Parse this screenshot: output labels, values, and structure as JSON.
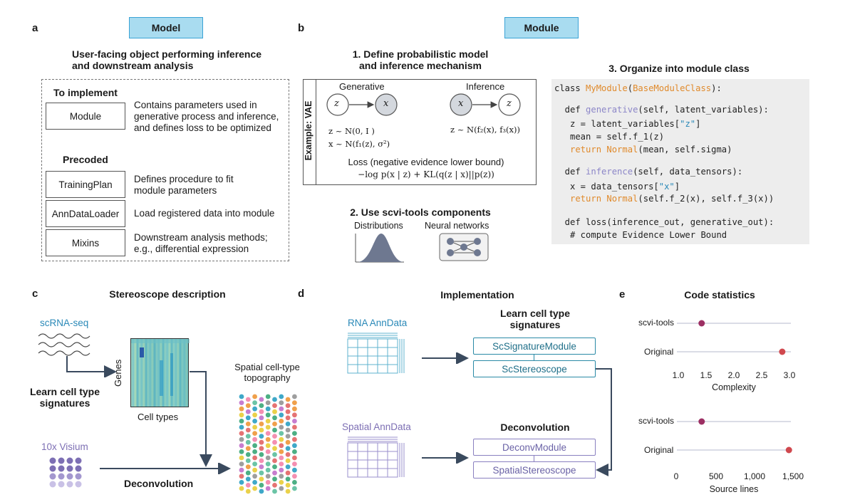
{
  "panel_a": {
    "letter": "a",
    "tag": "Model",
    "heading_line1": "User-facing object performing inference",
    "heading_line2": "and downstream analysis",
    "to_implement": "To implement",
    "module_box": "Module",
    "module_desc": [
      "Contains parameters used in",
      "generative process and inference,",
      "and defines loss to be optimized"
    ],
    "precoded": "Precoded",
    "rows": [
      {
        "box": "TrainingPlan",
        "desc": [
          "Defines procedure to fit",
          "module parameters"
        ]
      },
      {
        "box": "AnnDataLoader",
        "desc": [
          "Load registered data into module"
        ]
      },
      {
        "box": "Mixins",
        "desc": [
          "Downstream analysis methods;",
          "e.g., differential expression"
        ]
      }
    ]
  },
  "panel_b": {
    "letter": "b",
    "tag": "Module",
    "step1_line1": "1. Define probabilistic model",
    "step1_line2": "and inference mechanism",
    "example_label": "Example: VAE",
    "generative": "Generative",
    "inference": "Inference",
    "node_z": "z",
    "node_x": "x",
    "gen_eq1": "z ~ N(0, I )",
    "gen_eq2": "x ~ N(f₁(z), σ²)",
    "inf_eq": "z ~ N(f₂(x), f₃(x))",
    "loss_title": "Loss (negative evidence lower bound)",
    "loss_eq": "−log p(x | z) + KL(q(z | x)||p(z))",
    "step2": "2. Use scvi-tools components",
    "distributions": "Distributions",
    "neural_networks": "Neural networks",
    "step3": "3. Organize into module class",
    "code": {
      "l1a": "class ",
      "l1b": "MyModule",
      "l1c": "(",
      "l1d": "BaseModuleClass",
      "l1e": "):",
      "l2a": "  def ",
      "l2b": "generative",
      "l2c": "(self, latent_variables):",
      "l3a": "   z = latent_variables[",
      "l3b": "\"z\"",
      "l3c": "]",
      "l4": "   mean = self.f_1(z)",
      "l5a": "   return ",
      "l5b": "Normal",
      "l5c": "(mean, self.sigma)",
      "l6a": "  def ",
      "l6b": "inference",
      "l6c": "(self, data_tensors):",
      "l7a": "   x = data_tensors[",
      "l7b": "\"x\"",
      "l7c": "]",
      "l8a": "   return ",
      "l8b": "Normal",
      "l8c": "(self.f_2(x), self.f_3(x))",
      "l9": "  def loss(inference_out, generative_out):",
      "l10": "   # compute Evidence Lower Bound"
    }
  },
  "panel_c": {
    "letter": "c",
    "title": "Stereoscope description",
    "scrna": "scRNA-seq",
    "genes": "Genes",
    "cell_types": "Cell types",
    "learn1": "Learn cell type",
    "learn2": "signatures",
    "visium": "10x Visium",
    "deconv": "Deconvolution",
    "spatial1": "Spatial cell-type",
    "spatial2": "topography"
  },
  "panel_d": {
    "letter": "d",
    "title": "Implementation",
    "rna": "RNA AnnData",
    "spatial": "Spatial AnnData",
    "learn1": "Learn cell type",
    "learn2": "signatures",
    "deconv": "Deconvolution",
    "box1": "ScSignatureModule",
    "box2": "ScStereoscope",
    "box3": "DeconvModule",
    "box4": "SpatialStereoscope"
  },
  "panel_e": {
    "letter": "e",
    "title": "Code statistics",
    "chart1_xlabel": "Complexity",
    "chart1_ticks": [
      "1.0",
      "1.5",
      "2.0",
      "2.5",
      "3.0"
    ],
    "chart2_xlabel": "Source lines",
    "chart2_ticks": [
      "0",
      "500",
      "1,000",
      "1,500"
    ],
    "row_labels": [
      "scvi-tools",
      "Original"
    ]
  },
  "chart_data": [
    {
      "type": "scatter",
      "xlabel": "Complexity",
      "xlim": [
        1.0,
        3.0
      ],
      "categories": [
        "scvi-tools",
        "Original"
      ],
      "values": [
        1.42,
        2.87
      ],
      "colors": [
        "#9c2f63",
        "#d0484e"
      ]
    },
    {
      "type": "scatter",
      "xlabel": "Source lines",
      "xlim": [
        0,
        1500
      ],
      "categories": [
        "scvi-tools",
        "Original"
      ],
      "values": [
        300,
        1420
      ],
      "colors": [
        "#9c2f63",
        "#d0484e"
      ]
    }
  ]
}
